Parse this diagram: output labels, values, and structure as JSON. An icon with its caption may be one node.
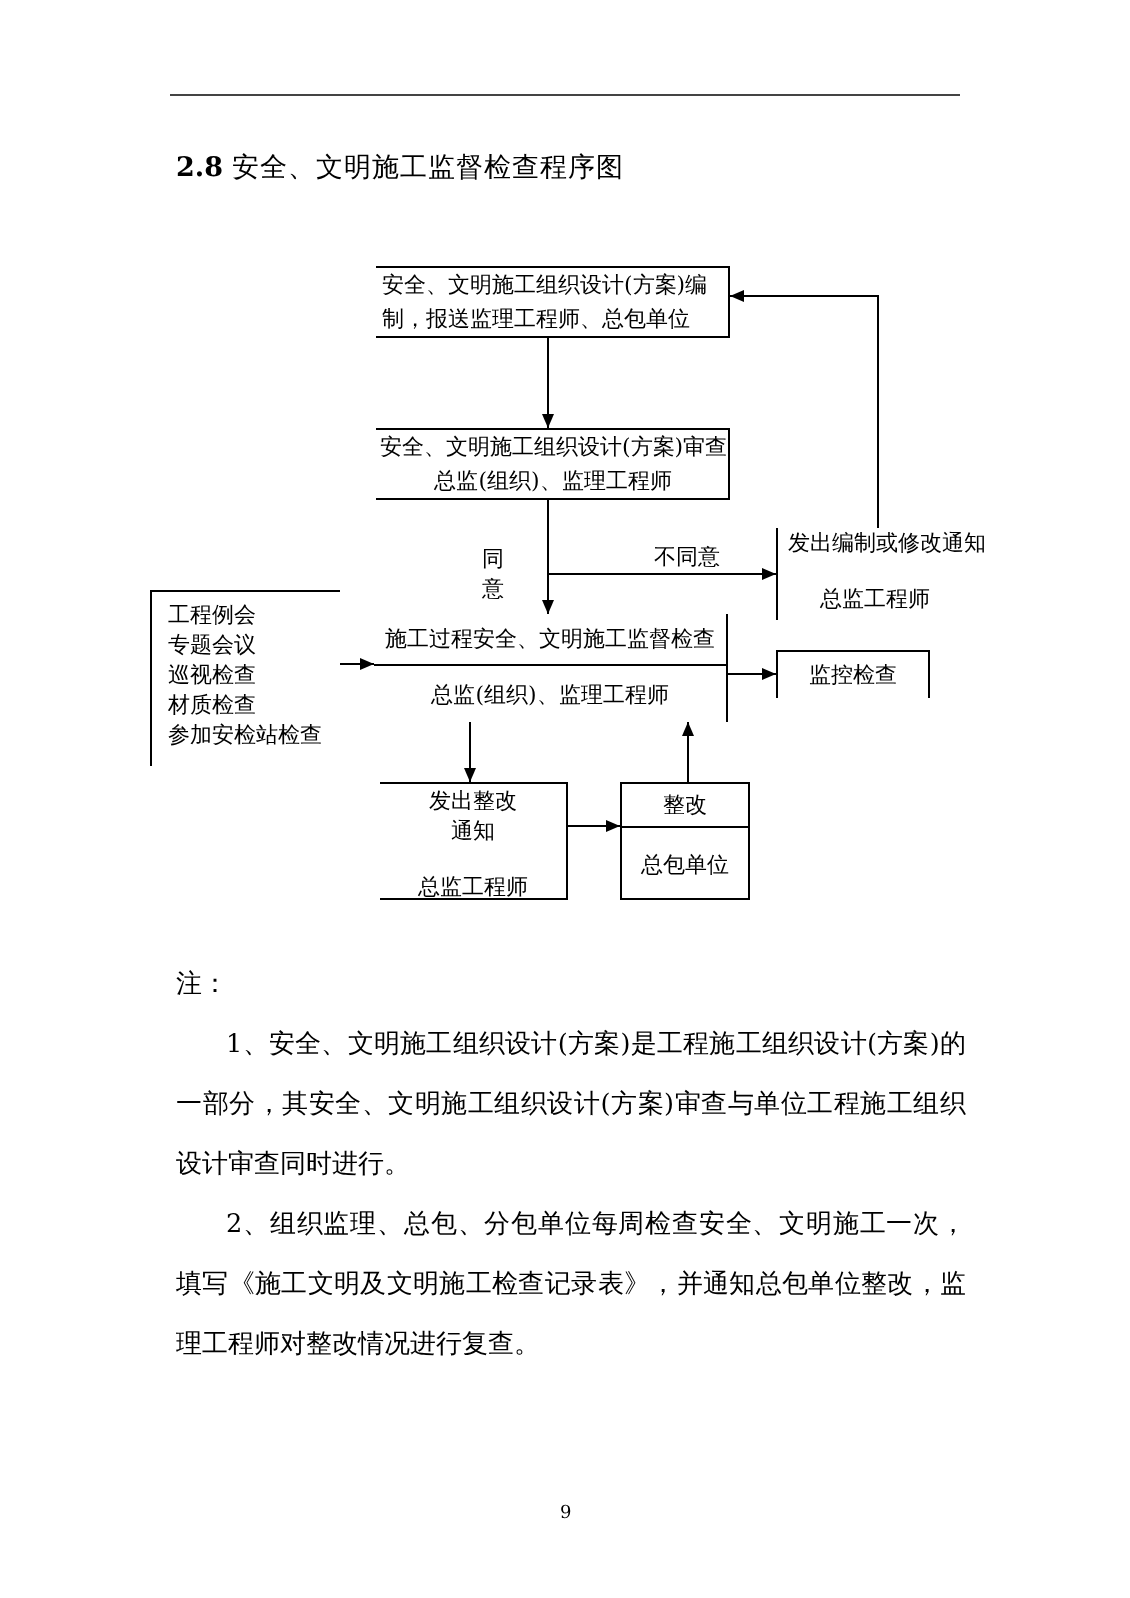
{
  "diagram": {
    "title": "**2.8** 安全、文明施工监督检查程序图",
    "nodes": [
      {
        "text": [
          "安全、文明施工组织设计(方案)编制，报送监理工程师、总包单位"
        ]
      },
      {
        "text": [
          "安全、文明施工组织设计(方案)审查",
          "总监(组织)、监理工程师"
        ]
      },
      {
        "text": [
          "发出编制或修改通知",
          "总监工程师"
        ]
      },
      {
        "text": [
          "工程例会",
          "专题会议",
          "巡视检查",
          "材质检查",
          "参加安检站检查"
        ]
      },
      {
        "text": [
          "施工过程安全、文明施工监督检查",
          "总监(组织)、监理工程师"
        ]
      },
      {
        "text": [
          "监控检查"
        ]
      },
      {
        "text": [
          "发出整改通知",
          "总监工程师"
        ]
      },
      {
        "text": [
          "整改",
          "总包单位"
        ]
      }
    ],
    "edges": [
      {
        "from": 0,
        "to": 1,
        "arrow": "to"
      },
      {
        "from": 1,
        "to": 4,
        "arrow": "to",
        "label": "同意"
      },
      {
        "from": 1,
        "to": 2,
        "arrow": "to",
        "label": "不同意"
      },
      {
        "from": 2,
        "to": 0,
        "arrow": "to"
      },
      {
        "from": 3,
        "to": 4,
        "arrow": "to"
      },
      {
        "from": 4,
        "to": 5,
        "arrow": "to"
      },
      {
        "from": 4,
        "to": 6,
        "arrow": "to"
      },
      {
        "from": 6,
        "to": 7,
        "arrow": "to"
      },
      {
        "from": 7,
        "to": 4,
        "arrow": "to"
      }
    ],
    "labels": [
      "注：",
      "1、安全、文明施工组织设计(方案)是工程施工组织设计(方案)的一部分，其安全、文明施工组织设计(方案)审查与单位工程施工组织设计审查同时进行。",
      "2、组织监理、总包、分包单位每周检查安全、文明施工一次，填写《施工文明及文明施工检查记录表》，并通知总包单位整改，监理工程师对整改情况进行复查。",
      "9"
    ]
  }
}
